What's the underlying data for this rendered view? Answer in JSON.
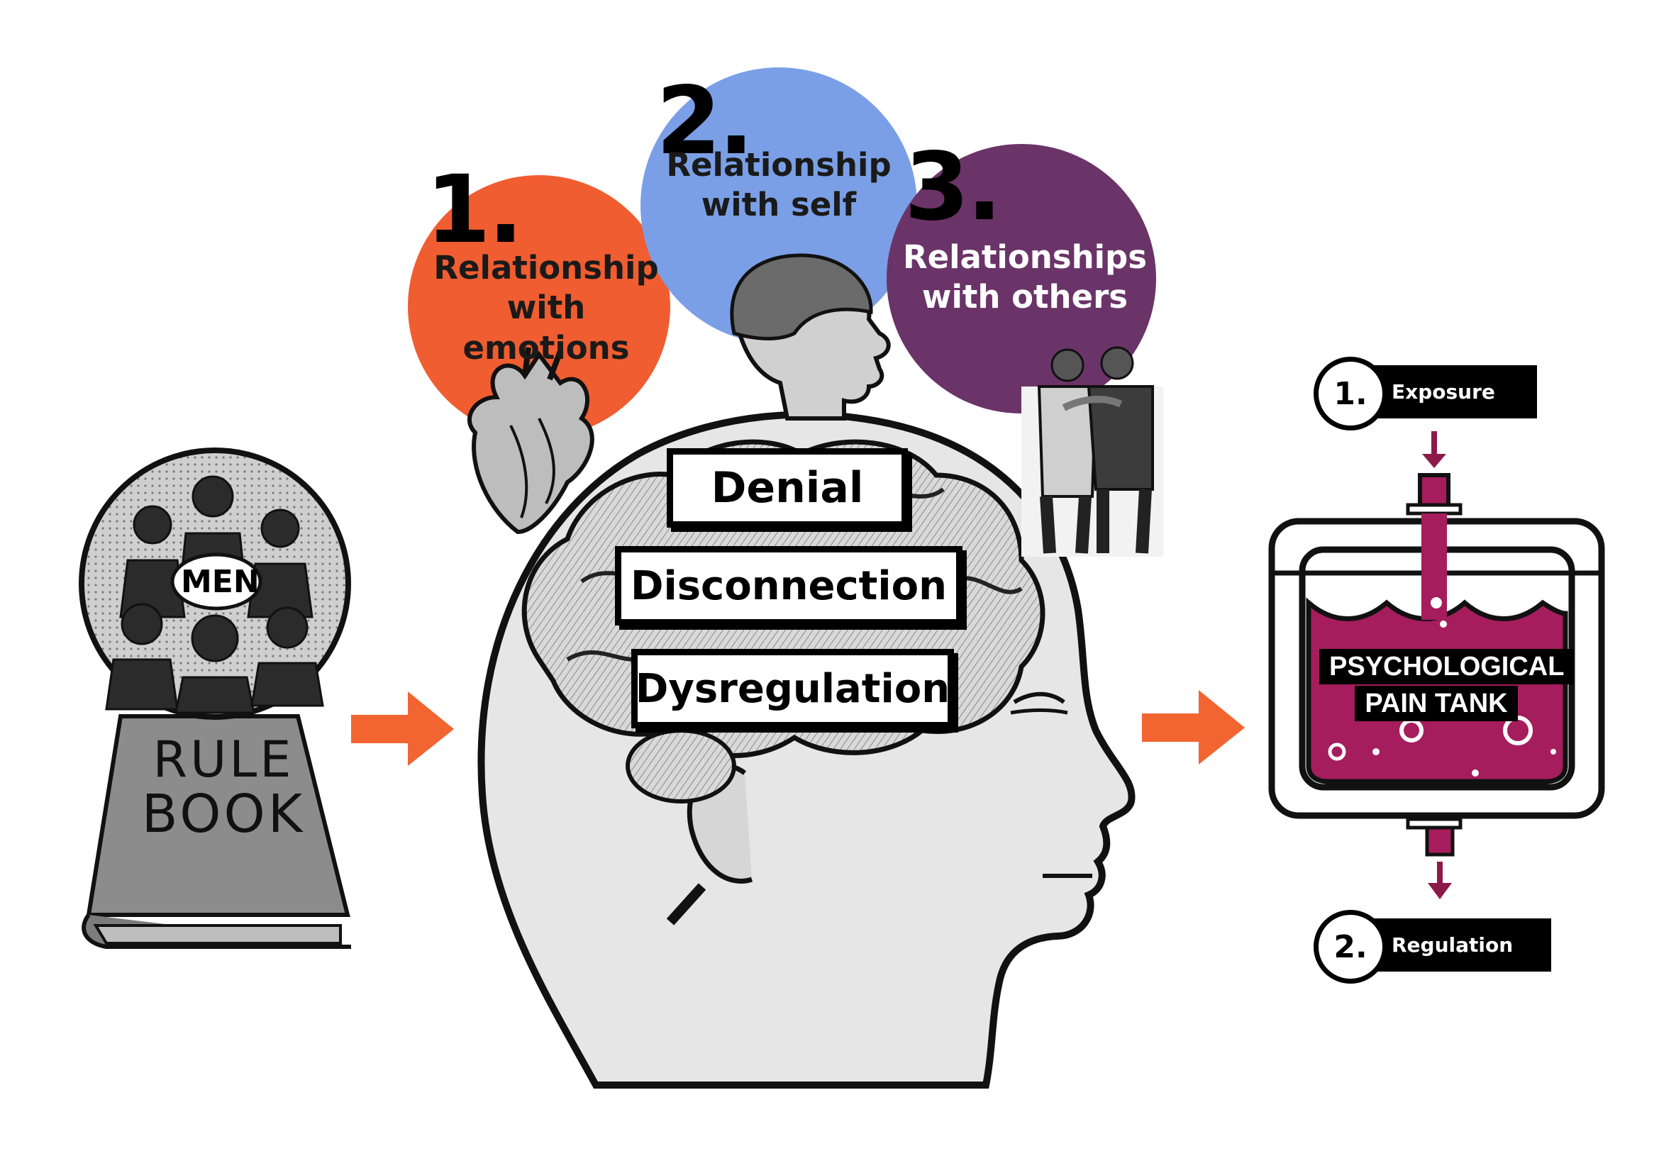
{
  "rulebook": {
    "badge_label": "MEN",
    "book_title_line1": "RULE",
    "book_title_line2": "BOOK"
  },
  "relationships": [
    {
      "number": "1.",
      "line1": "Relationship",
      "line2": "with emotions",
      "color": "#F05D30",
      "image": "anatomical-heart-icon"
    },
    {
      "number": "2.",
      "line1": "Relationship",
      "line2": "with self",
      "color": "#7A9FE6",
      "image": "person-profile-icon"
    },
    {
      "number": "3.",
      "line1": "Relationships",
      "line2": "with others",
      "color": "#6A3468",
      "image": "two-men-embracing-icon"
    }
  ],
  "brain_labels": [
    "Denial",
    "Disconnection",
    "Dysregulation"
  ],
  "arrow_color": "#F26531",
  "tank": {
    "label_line1": "PSYCHOLOGICAL",
    "label_line2": "PAIN TANK",
    "liquid_color": "#A51D5C",
    "steps": [
      {
        "number": "1.",
        "label": "Exposure"
      },
      {
        "number": "2.",
        "label": "Regulation"
      }
    ]
  }
}
